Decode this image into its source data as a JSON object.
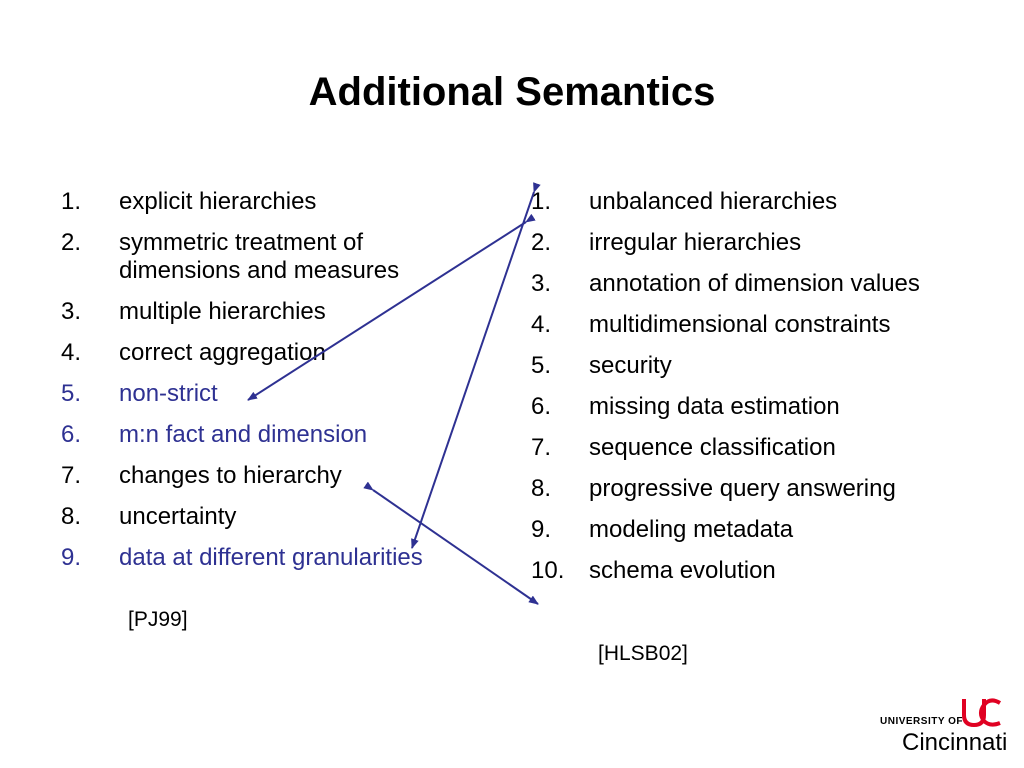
{
  "slide": {
    "title": "Additional Semantics"
  },
  "left_list": {
    "items": [
      {
        "num": "1.",
        "text": "explicit hierarchies"
      },
      {
        "num": "2.",
        "text": "symmetric treatment of dimensions and measures"
      },
      {
        "num": "3.",
        "text": "multiple hierarchies"
      },
      {
        "num": "4.",
        "text": "correct aggregation"
      },
      {
        "num": "5.",
        "text": "non-strict"
      },
      {
        "num": "6.",
        "text": "m:n fact and dimension"
      },
      {
        "num": "7.",
        "text": "changes to hierarchy"
      },
      {
        "num": "8.",
        "text": "uncertainty"
      },
      {
        "num": "9.",
        "text": "data at different granularities"
      }
    ],
    "citation": "[PJ99]"
  },
  "right_list": {
    "items": [
      {
        "num": "1.",
        "text": "unbalanced hierarchies"
      },
      {
        "num": "2.",
        "text": "irregular hierarchies"
      },
      {
        "num": "3.",
        "text": "annotation of dimension values"
      },
      {
        "num": "4.",
        "text": "multidimensional constraints"
      },
      {
        "num": "5.",
        "text": "security"
      },
      {
        "num": "6.",
        "text": "missing data estimation"
      },
      {
        "num": "7.",
        "text": "sequence classification"
      },
      {
        "num": "8.",
        "text": "progressive query answering"
      },
      {
        "num": "9.",
        "text": "modeling metadata"
      },
      {
        "num": "10.",
        "text": "schema evolution"
      }
    ],
    "citation": "[HLSB02]"
  },
  "logo": {
    "line1": "UNIVERSITY OF",
    "line2": "Cincinnati",
    "mark_color": "#e00122"
  },
  "colors": {
    "highlight": "#2e3192",
    "arrow": "#2e3192"
  }
}
